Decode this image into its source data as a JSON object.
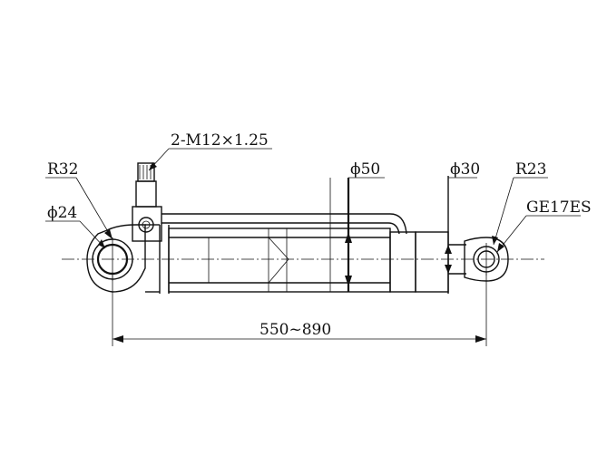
{
  "labels": {
    "thread": "2-M12×1.25",
    "r_left": "R32",
    "d_left": "ϕ24",
    "d_barrel": "ϕ50",
    "d_rod": "ϕ30",
    "r_right": "R23",
    "bearing": "GE17ES",
    "length": "550~890"
  }
}
